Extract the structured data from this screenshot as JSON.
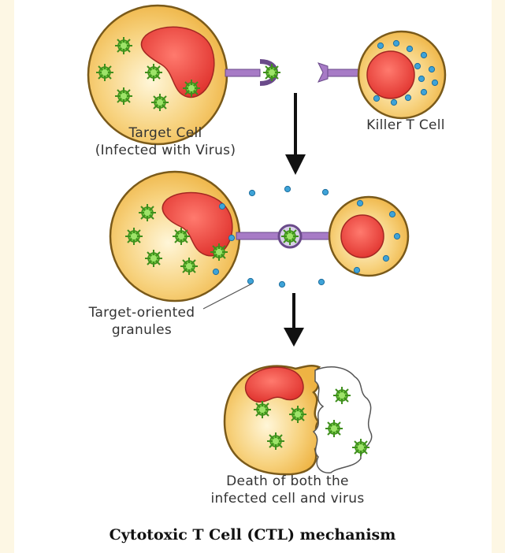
{
  "labels": {
    "target_cell_line1": "Target Cell",
    "target_cell_line2": "(Infected with Virus)",
    "killer_t_cell": "Killer T Cell",
    "granules_line1": "Target-oriented",
    "granules_line2": "granules",
    "death_line1": "Death of both the",
    "death_line2": "infected cell and virus"
  },
  "caption": "Cytotoxic T Cell (CTL) mechanism",
  "colors": {
    "cell_fill": "#f0b94a",
    "cell_outline": "#7a5a1a",
    "nucleus": "#e8423c",
    "virus": "#6cc63a",
    "granule": "#3ea3d8",
    "receptor": "#a77bc6",
    "arrow": "#111111",
    "background": "#fdf7e4"
  }
}
